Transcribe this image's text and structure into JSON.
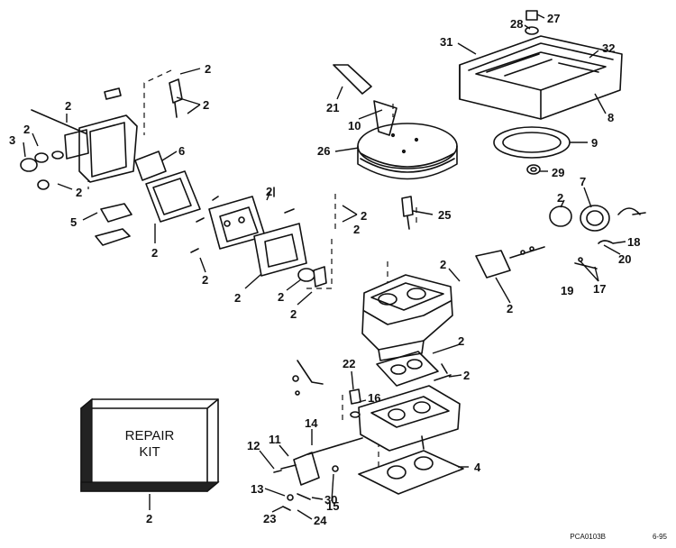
{
  "repair_kit": {
    "line1": "REPAIR",
    "line2": "KIT"
  },
  "footer": {
    "code": "PCA0103B",
    "date": "6-95"
  },
  "callouts": [
    "2",
    "2",
    "2",
    "3",
    "2",
    "2",
    "6",
    "5",
    "2",
    "2",
    "2",
    "2",
    "2",
    "2",
    "21",
    "10",
    "26",
    "2",
    "25",
    "27",
    "28",
    "31",
    "32",
    "8",
    "9",
    "29",
    "7",
    "2",
    "18",
    "20",
    "17",
    "19",
    "2",
    "2",
    "2",
    "22",
    "16",
    "2",
    "14",
    "11",
    "12",
    "13",
    "30",
    "15",
    "23",
    "24",
    "4",
    "2",
    "2"
  ]
}
